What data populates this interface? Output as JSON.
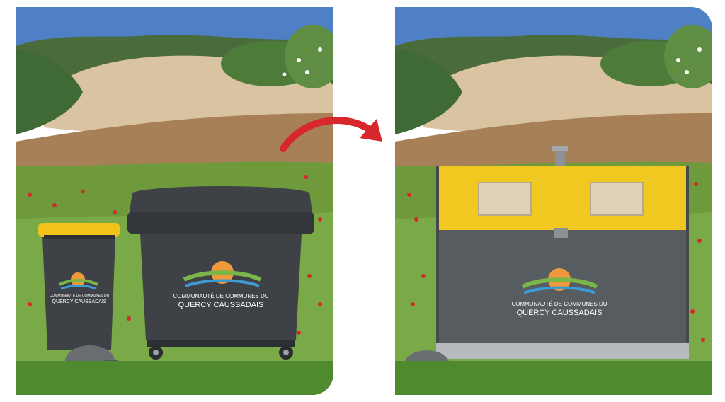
{
  "logo": {
    "line1": "COMMUNAUTÉ DE COMMUNES DU",
    "line2": "QUERCY CAUSSADAIS"
  },
  "colors": {
    "sky": "#4f7fc4",
    "field": "#d9c3a0",
    "grass": "#6f9a3c",
    "bin_dark": "#3e4247",
    "bin_lid_yellow": "#f2c21b",
    "container_yellow": "#f1c81f",
    "container_grey": "#575c61",
    "arrow_red": "#d7262c",
    "sun": "#ef9a3a"
  },
  "icons": {
    "arrow": "curved-arrow-right"
  }
}
